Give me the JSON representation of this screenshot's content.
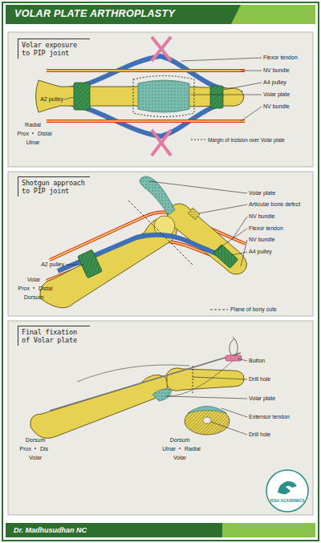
{
  "diagram": {
    "title": "VOLAR PLATE ARTHROPLASTY",
    "nodes": [
      {
        "text": [
          "Volar exposure to PIP joint"
        ]
      },
      {
        "text": [
          "Shotgun approach to PIP joint"
        ]
      },
      {
        "text": [
          "Final fixation of Volar plate"
        ]
      },
      {
        "text": [
          "Dr. Madhusudhan NC"
        ]
      },
      {
        "text": [
          "ISSH ACADEMICS"
        ]
      }
    ],
    "labels": [
      "Flexor tendon",
      "NV bundle",
      "A4 pulley",
      "Volar plate",
      "NV bundle",
      "A2 pulley",
      "Margin of incision over Volar plate",
      "Radial",
      "Prox",
      "Distal",
      "Ulnar",
      "Volar plate",
      "Articular bone defect",
      "NV bundle",
      "Flexor tendon",
      "NV bundle",
      "A4 pulley",
      "A2 pulley",
      "Plane of bony cuts",
      "Volar",
      "Prox",
      "Distal",
      "Dorsum",
      "Button",
      "Drill hole",
      "Volar plate",
      "Extensor tendon",
      "Drill hole",
      "Dorsum",
      "Prox",
      "Dis",
      "Volar",
      "Dorsum",
      "Ulnar",
      "Radial",
      "Volar"
    ]
  }
}
